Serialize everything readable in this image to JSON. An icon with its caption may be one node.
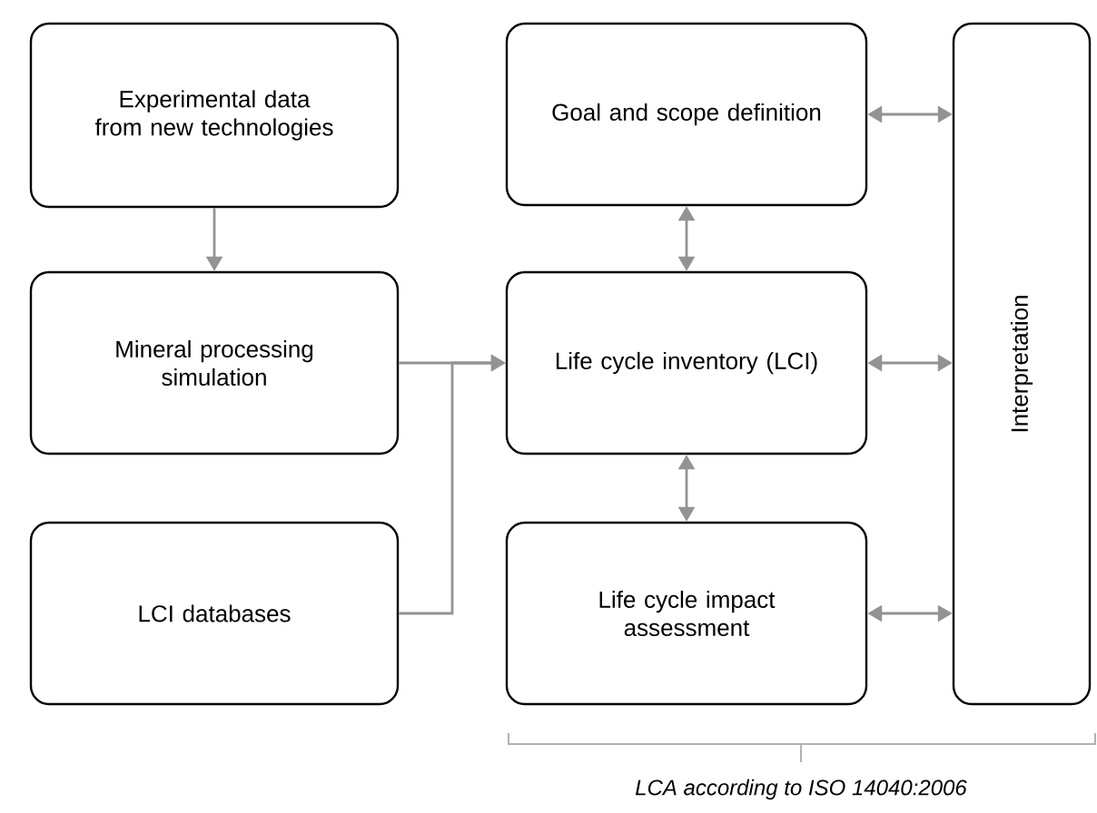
{
  "diagram": {
    "nodes": [
      {
        "text": [
          "Experimental data from new technologies"
        ]
      },
      {
        "text": [
          "Mineral processing simulation"
        ]
      },
      {
        "text": [
          "LCI databases"
        ]
      },
      {
        "text": [
          "Goal and scope definition"
        ]
      },
      {
        "text": [
          "Life cycle inventory (LCI)"
        ]
      },
      {
        "text": [
          "Life cycle impact assessment"
        ]
      },
      {
        "text": [
          "Interpretation"
        ]
      }
    ],
    "edges": [
      {
        "from": 0,
        "to": 1,
        "arrow": "to"
      },
      {
        "from": 1,
        "to": 4,
        "arrow": "to"
      },
      {
        "from": 2,
        "to": 4,
        "arrow": "to"
      },
      {
        "from": 3,
        "to": 4,
        "arrow": "both"
      },
      {
        "from": 4,
        "to": 5,
        "arrow": "both"
      },
      {
        "from": 3,
        "to": 6,
        "arrow": "both"
      },
      {
        "from": 4,
        "to": 6,
        "arrow": "both"
      },
      {
        "from": 5,
        "to": 6,
        "arrow": "both"
      }
    ],
    "labels": [
      "LCA according to ISO 14040:2006"
    ]
  }
}
